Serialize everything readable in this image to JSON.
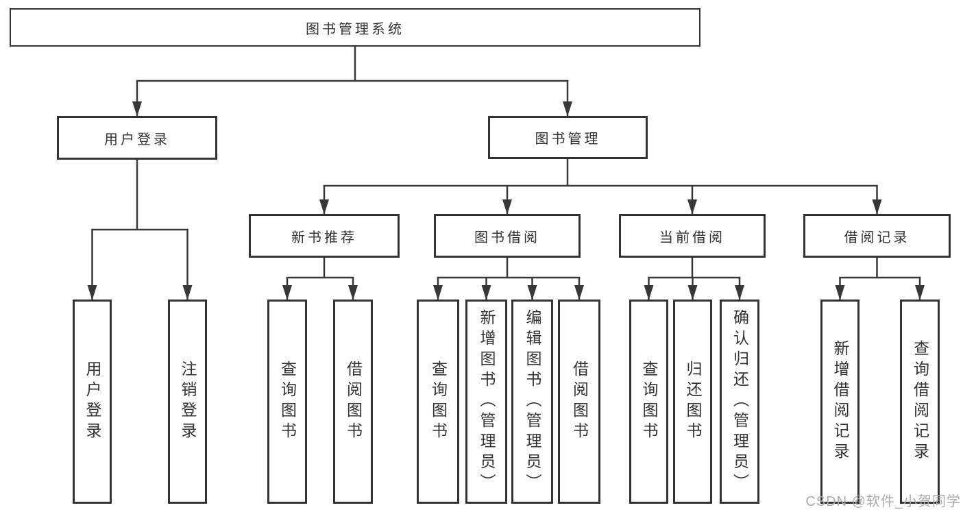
{
  "diagram": {
    "type": "hierarchy-tree",
    "colors": {
      "ink": "#333333",
      "line": "#383838",
      "background": "#ffffff",
      "watermark": "#ababab"
    },
    "tree": {
      "root": {
        "label": "图书管理系统",
        "children": [
          {
            "label": "用户登录",
            "children": [
              {
                "label": "用户登录"
              },
              {
                "label": "注销登录"
              }
            ]
          },
          {
            "label": "图书管理",
            "children": [
              {
                "label": "新书推荐",
                "children": [
                  {
                    "label": "查询图书"
                  },
                  {
                    "label": "借阅图书"
                  }
                ]
              },
              {
                "label": "图书借阅",
                "children": [
                  {
                    "label": "查询图书"
                  },
                  {
                    "label": "新增图书（管理员）"
                  },
                  {
                    "label": "编辑图书（管理员）"
                  },
                  {
                    "label": "借阅图书"
                  }
                ]
              },
              {
                "label": "当前借阅",
                "children": [
                  {
                    "label": "查询图书"
                  },
                  {
                    "label": "归还图书"
                  },
                  {
                    "label": "确认归还（管理员）"
                  }
                ]
              },
              {
                "label": "借阅记录",
                "children": [
                  {
                    "label": "新增借阅记录"
                  },
                  {
                    "label": "查询借阅记录"
                  }
                ]
              }
            ]
          }
        ]
      }
    },
    "watermark": {
      "text": "CSDN @软件_小贺同学"
    }
  }
}
